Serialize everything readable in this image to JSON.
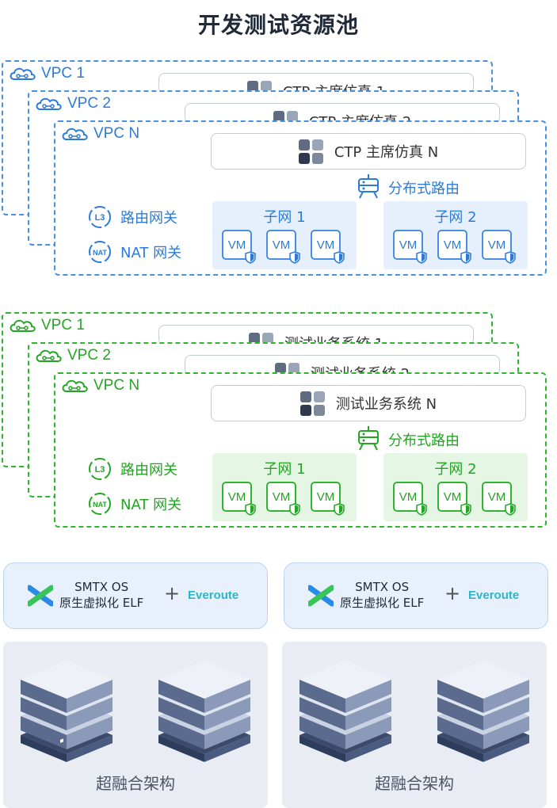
{
  "title": "开发测试资源池",
  "blue_group": {
    "vpcs": [
      "VPC 1",
      "VPC 2",
      "VPC N"
    ],
    "systems": [
      "CTP 主席仿真 1",
      "CTP 主席仿真 2",
      "CTP 主席仿真 N"
    ],
    "router": "分布式路由",
    "route_gateway": "路由网关",
    "nat_gateway": "NAT 网关",
    "subnets": [
      "子网 1",
      "子网 2"
    ],
    "vm_label": "VM"
  },
  "green_group": {
    "vpcs": [
      "VPC 1",
      "VPC 2",
      "VPC N"
    ],
    "systems": [
      "测试业务系统 1",
      "测试业务系统 2",
      "测试业务系统 N"
    ],
    "router": "分布式路由",
    "route_gateway": "路由网关",
    "nat_gateway": "NAT 网关",
    "subnets": [
      "子网 1",
      "子网 2"
    ],
    "vm_label": "VM"
  },
  "platform": {
    "line1": "SMTX OS",
    "line2": "原生虚拟化 ELF",
    "plus": "+",
    "addon": "Everoute"
  },
  "hci_label": "超融合架构",
  "icons": {
    "vpc": "cloud-icon",
    "router": "router-icon",
    "l3": "l3-gateway-icon",
    "nat": "nat-gateway-icon",
    "vm_badge": "shield-icon",
    "system": "grid-icon",
    "platform": "smartx-logo-icon",
    "server": "server-rack-icon"
  },
  "colors": {
    "blue": "#2d7bd8",
    "green": "#24a524"
  }
}
